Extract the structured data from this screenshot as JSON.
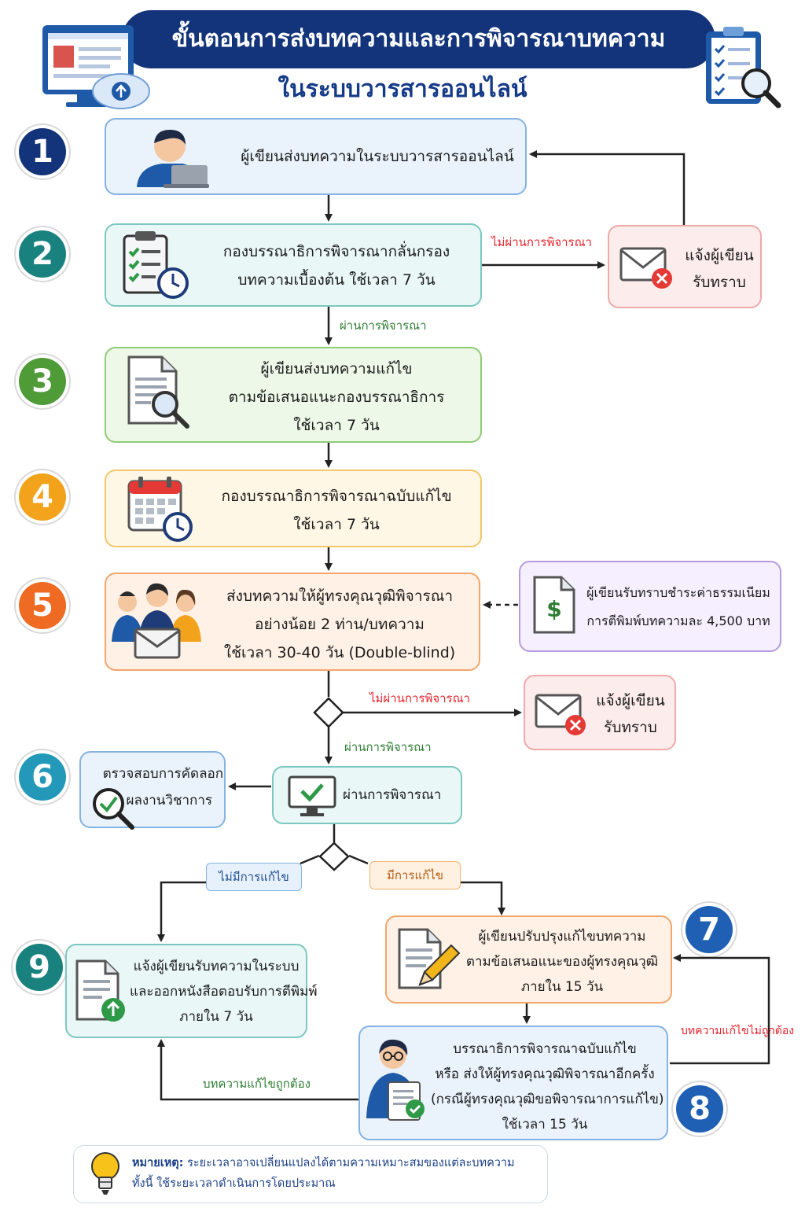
{
  "header": {
    "title": "ขั้นตอนการส่งบทความและการพิจารณาบทความ",
    "subtitle": "ในระบบวารสารออนไลน์"
  },
  "steps": [
    {
      "num": "1",
      "lines": [
        "ผู้เขียนส่งบทความในระบบวารสารออนไลน์"
      ]
    },
    {
      "num": "2",
      "lines": [
        "กองบรรณาธิการพิจารณากลั่นกรอง",
        "บทความเบื้องต้น ใช้เวลา 7 วัน"
      ]
    },
    {
      "num": "3",
      "lines": [
        "ผู้เขียนส่งบทความแก้ไข",
        "ตามข้อเสนอแนะกองบรรณาธิการ",
        "ใช้เวลา 7 วัน"
      ]
    },
    {
      "num": "4",
      "lines": [
        "กองบรรณาธิการพิจารณาฉบับแก้ไข",
        "ใช้เวลา 7 วัน"
      ]
    },
    {
      "num": "5",
      "lines": [
        "ส่งบทความให้ผู้ทรงคุณวุฒิพิจารณา",
        "อย่างน้อย 2 ท่าน/บทความ",
        "ใช้เวลา 30-40 วัน (Double-blind)"
      ]
    },
    {
      "num": "6",
      "lines": [
        "ตรวจสอบการคัดลอก",
        "ผลงานวิชาการ"
      ]
    },
    {
      "num": "7",
      "lines": [
        "ผู้เขียนปรับปรุงแก้ไขบทความ",
        "ตามข้อเสนอแนะของผู้ทรงคุณวุฒิ",
        "ภายใน 15 วัน"
      ]
    },
    {
      "num": "8",
      "lines": [
        "บรรณาธิการพิจารณาฉบับแก้ไข",
        "หรือ ส่งให้ผู้ทรงคุณวุฒิพิจารณาอีกครั้ง",
        "(กรณีผู้ทรงคุณวุฒิขอพิจารณาการแก้ไข)",
        "ใช้เวลา 15 วัน"
      ]
    },
    {
      "num": "9",
      "lines": [
        "แจ้งผู้เขียนรับทความในระบบ",
        "และออกหนังสือตอบรับการตีพิมพ์",
        "ภายใน 7 วัน"
      ]
    }
  ],
  "notify1": [
    "แจ้งผู้เขียน",
    "รับทราบ"
  ],
  "notify2": [
    "แจ้งผู้เขียน",
    "รับทราบ"
  ],
  "fee": [
    "ผู้เขียนรับทราบชำระค่าธรรมเนียม",
    "การตีพิมพ์บทความละ 4,500 บาท"
  ],
  "passed_box": "ผ่านการพิจารณา",
  "labels": {
    "fail1": "ไม่ผ่านการพิจารณา",
    "pass1": "ผ่านการพิจารณา",
    "fail2": "ไม่ผ่านการพิจารณา",
    "pass2": "ผ่านการพิจารณา",
    "no_revision": "ไม่มีการแก้ไข",
    "has_revision": "มีการแก้ไข",
    "revision_incorrect": "บทความแก้ไขไม่ถูกต้อง",
    "revision_correct": "บทความแก้ไขถูกต้อง"
  },
  "note": {
    "heading": "หมายเหตุ:",
    "line1": "ระยะเวลาอาจเปลี่ยนแปลงได้ตามความเหมาะสมของแต่ละบทความ",
    "line2": "ทั้งนี้ ใช้ระยะเวลาดำเนินการโดยประมาณ"
  },
  "colors": {
    "navy": "#13347a",
    "teal": "#19827f",
    "green": "#4e9b38",
    "orange": "#f2a31b",
    "deep_orange": "#ef6a23",
    "cyan": "#2398b8",
    "blue": "#1f5fb4",
    "red": "#e53935",
    "pass_green": "#2e7d32",
    "fail_red": "#e8222b",
    "fee": "$"
  }
}
